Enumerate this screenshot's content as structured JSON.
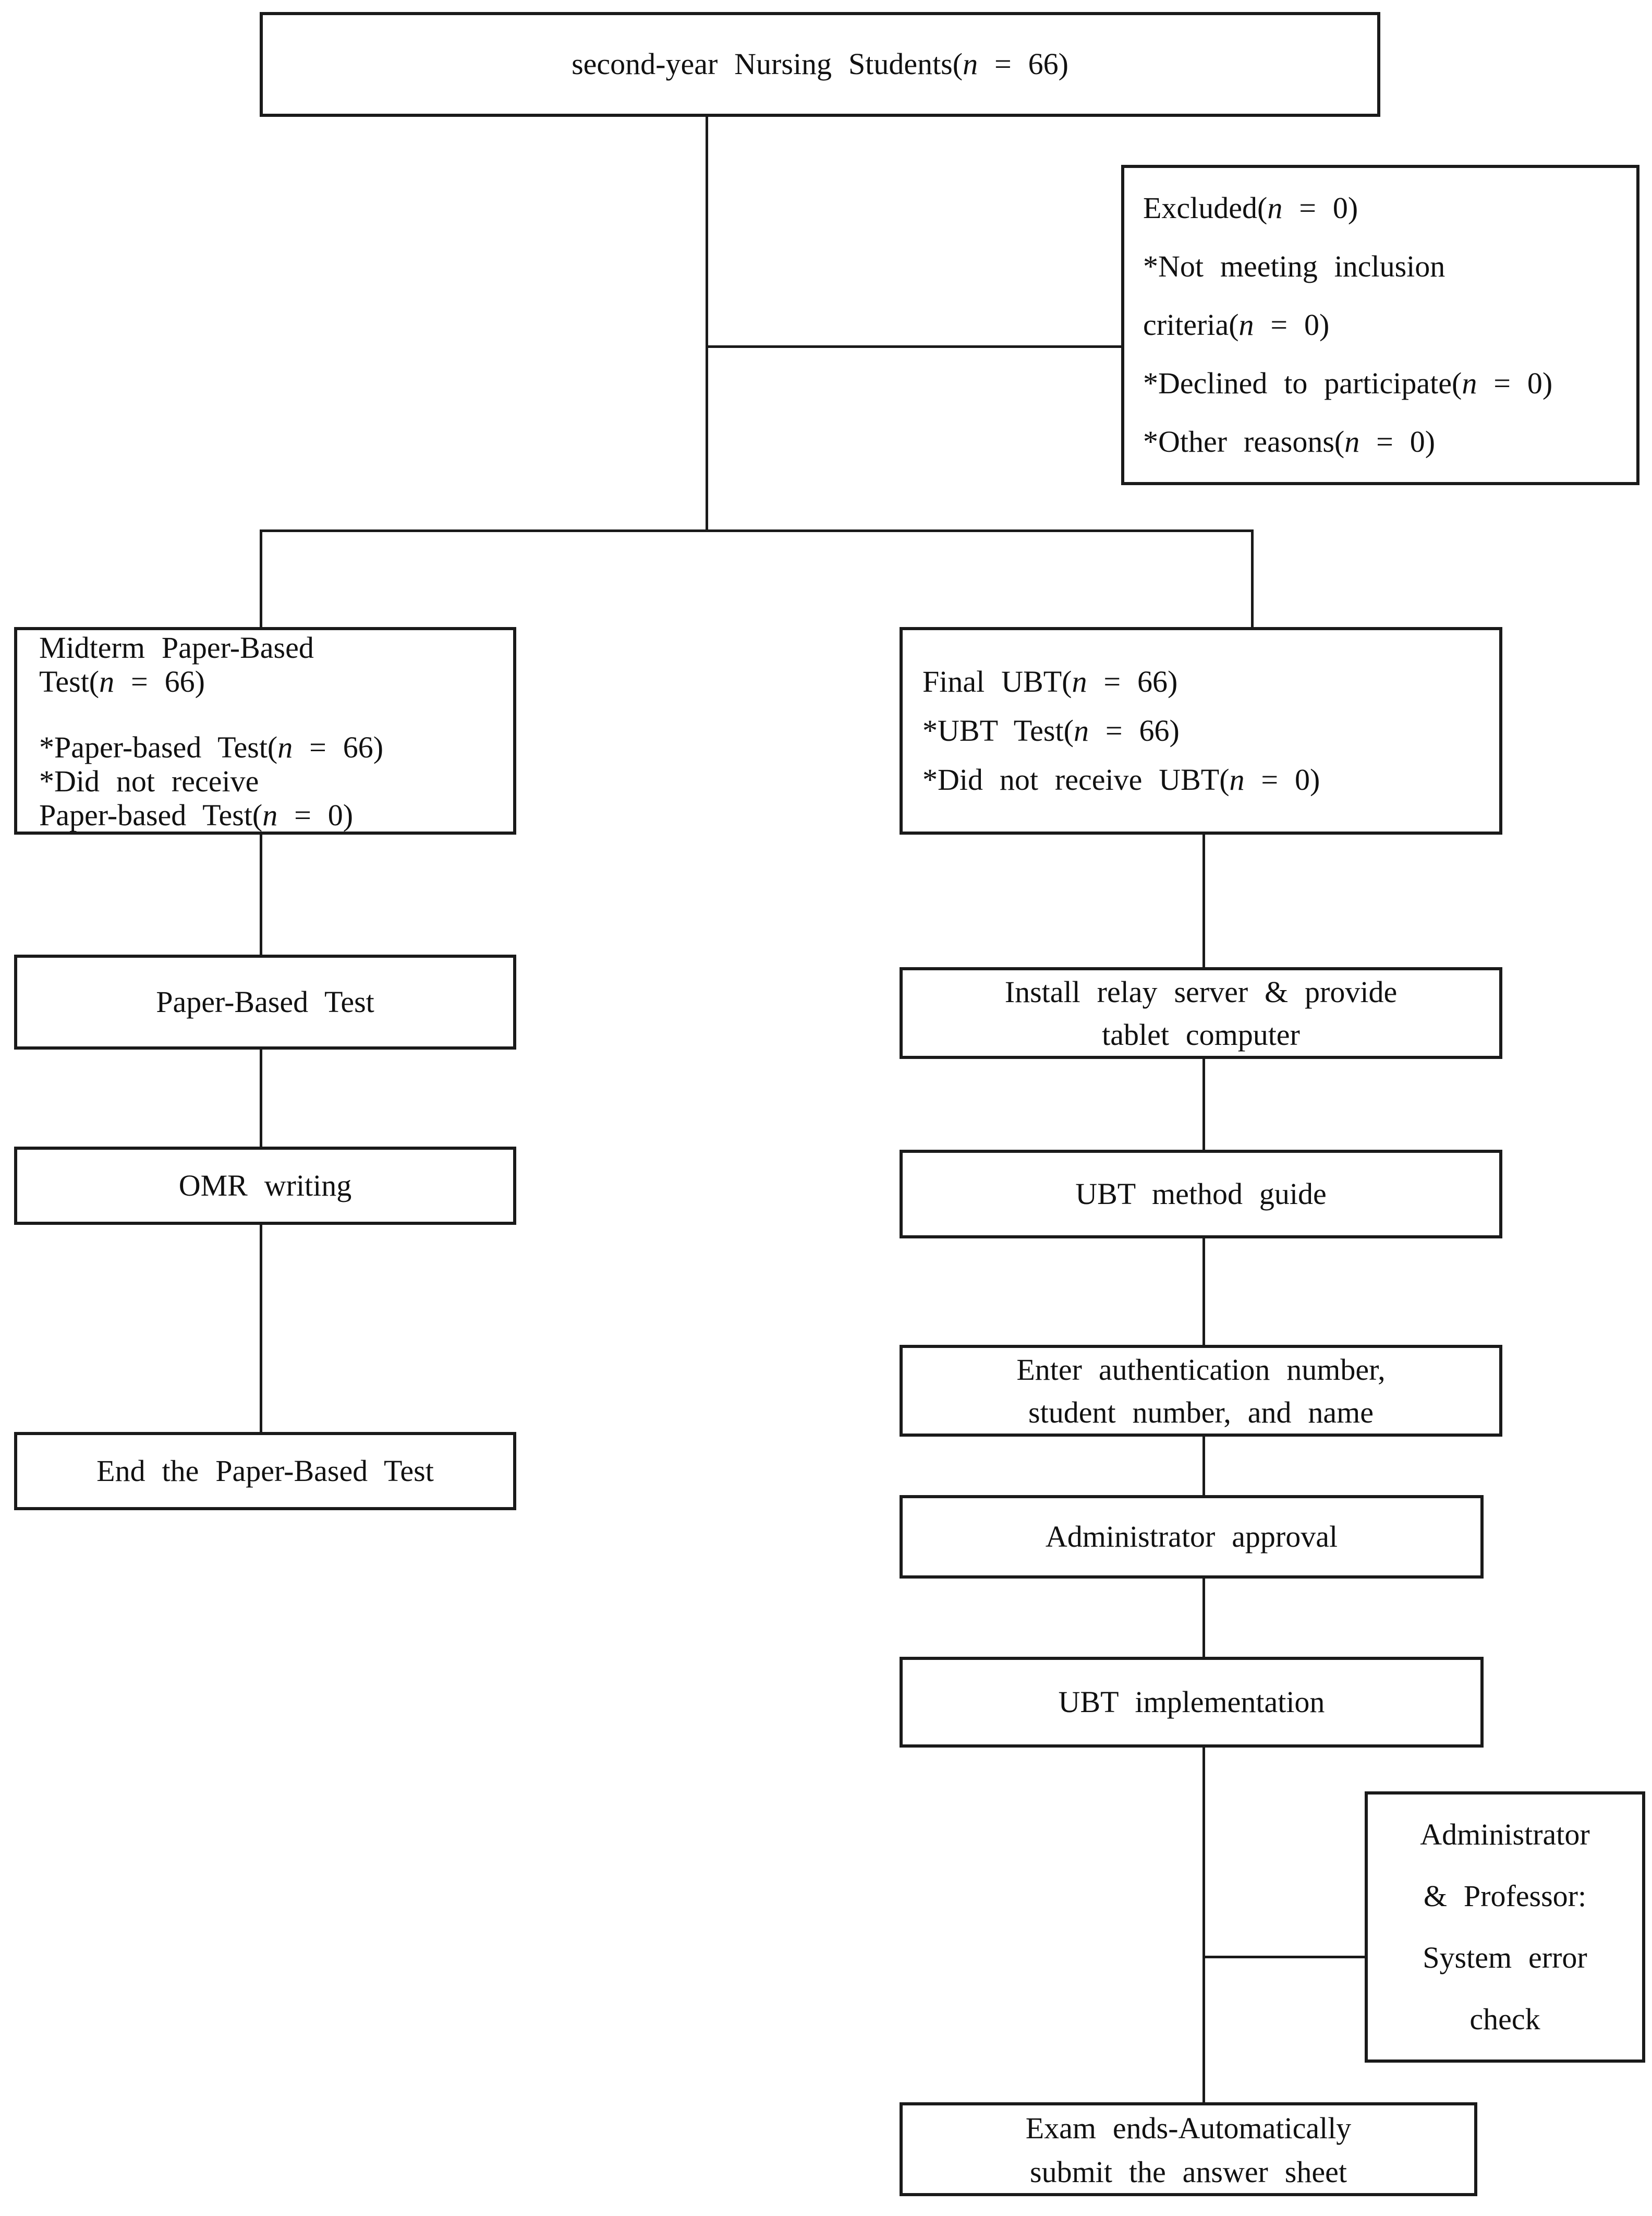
{
  "diagram": {
    "title_box": {
      "text": "second-year Nursing Students(n = 66)"
    },
    "excluded_box": {
      "lines": [
        "Excluded(n = 0)",
        "*Not meeting inclusion",
        "criteria(n = 0)",
        "*Declined to participate(n = 0)",
        "*Other reasons(n = 0)"
      ]
    },
    "midterm_box": {
      "lines": [
        "Midterm Paper-Based",
        "Test(n = 66)",
        "",
        "*Paper-based Test(n = 66)",
        "*Did not receive",
        "Paper-based Test(n = 0)"
      ]
    },
    "final_ubt_box": {
      "lines": [
        "Final UBT(n = 66)",
        "*UBT Test(n = 66)",
        "*Did not receive UBT(n = 0)"
      ]
    },
    "paper_test_box": {
      "text": "Paper-Based Test"
    },
    "omr_box": {
      "text": "OMR writing"
    },
    "end_paper_box": {
      "text": "End the Paper-Based Test"
    },
    "install_box": {
      "lines": [
        "Install relay server & provide",
        "tablet computer"
      ]
    },
    "ubt_guide_box": {
      "text": "UBT method guide"
    },
    "enter_auth_box": {
      "lines": [
        "Enter authentication number,",
        "student number, and name"
      ]
    },
    "admin_approval_box": {
      "text": "Administrator approval"
    },
    "ubt_impl_box": {
      "text": "UBT implementation"
    },
    "sys_error_box": {
      "lines": [
        "Administrator",
        "& Professor:",
        "System error",
        "check"
      ]
    },
    "exam_end_box": {
      "lines": [
        "Exam ends-Automatically",
        "submit the answer sheet"
      ]
    }
  },
  "colors": {
    "background": "#ffffff",
    "line": "#1a1a1a",
    "text": "#111111"
  }
}
